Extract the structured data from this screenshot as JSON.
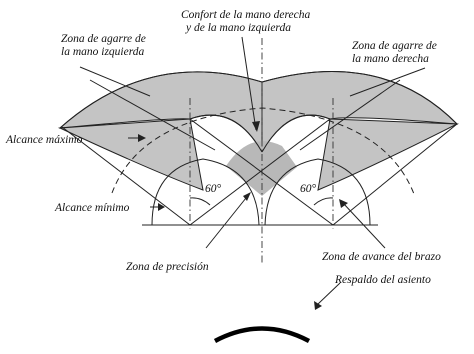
{
  "labels": {
    "comfort_line1": "Confort de la mano derecha",
    "comfort_line2": "y de la mano izquierda",
    "grip_left_line1": "Zona de agarre de",
    "grip_left_line2": "la mano izquierda",
    "grip_right_line1": "Zona de agarre de",
    "grip_right_line2": "la mano derecha",
    "max_reach": "Alcance máximo",
    "min_reach": "Alcance mínimo",
    "angle_left": "60°",
    "angle_right": "60°",
    "precision_zone": "Zona de precisión",
    "arm_advance_zone": "Zona de avance del brazo",
    "seat_back": "Respaldo del asiento"
  },
  "colors": {
    "grip_zone_fill": "#c4c4c4",
    "precision_fill": "#b8b8b8",
    "line": "#222222",
    "seat_back": "#000000"
  }
}
